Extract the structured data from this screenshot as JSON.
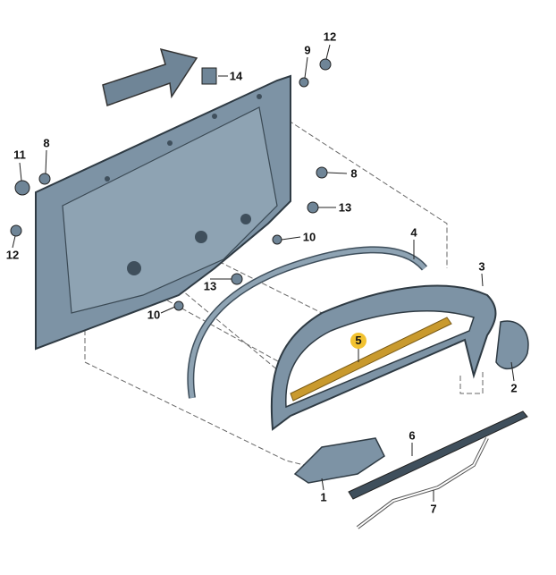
{
  "diagram": {
    "title": "Door panel exploded parts view",
    "callouts": [
      "12",
      "9",
      "14",
      "11",
      "8",
      "8",
      "13",
      "10",
      "4",
      "3",
      "12",
      "13",
      "10",
      "5",
      "2",
      "6",
      "1",
      "7"
    ],
    "highlighted_part": "5",
    "colors": {
      "part_fill": "#6f8597",
      "part_dark": "#3f4f5c",
      "highlight": "#f2c230",
      "highlight_strip": "#c99a2e",
      "lines": "#555555"
    }
  }
}
